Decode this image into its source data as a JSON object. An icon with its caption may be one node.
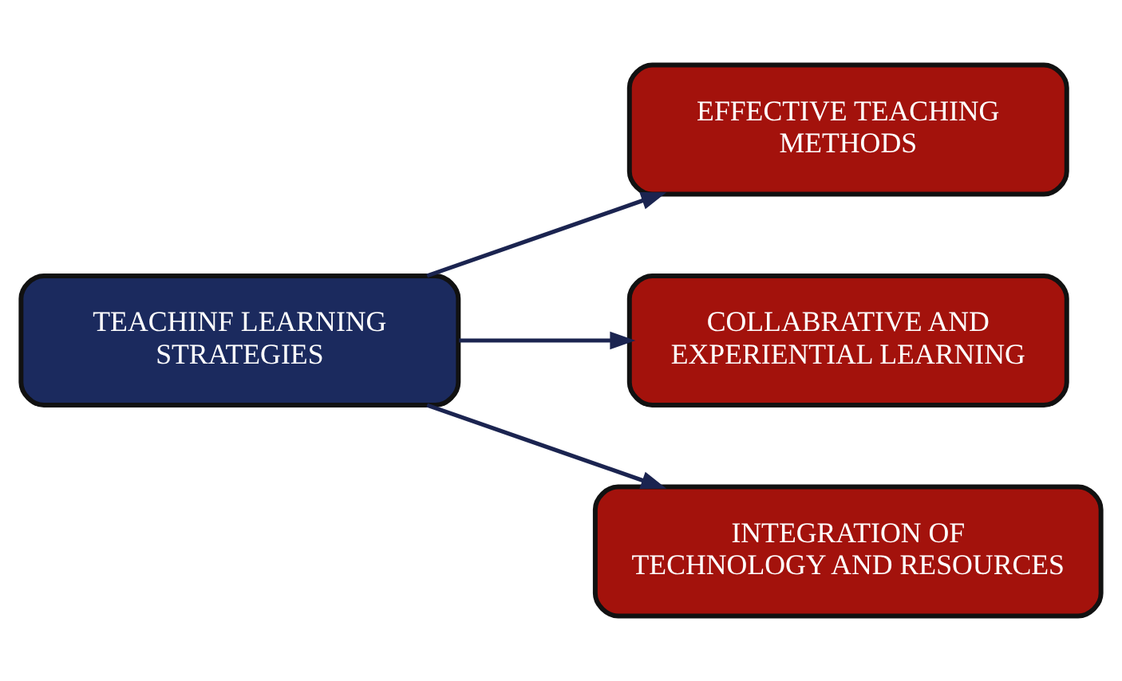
{
  "diagram": {
    "nodes": [
      {
        "text": [
          "TEACHINF LEARNING STRATEGIES"
        ]
      },
      {
        "text": [
          "EFFECTIVE TEACHING METHODS"
        ]
      },
      {
        "text": [
          "COLLABRATIVE AND EXPERIENTIAL LEARNING"
        ]
      },
      {
        "text": [
          "INTEGRATION OF TECHNOLOGY AND RESOURCES"
        ]
      }
    ],
    "edges": [
      {
        "from": 0,
        "to": 1,
        "arrow": "to"
      },
      {
        "from": 0,
        "to": 2,
        "arrow": "to"
      },
      {
        "from": 0,
        "to": 3,
        "arrow": "to"
      }
    ]
  }
}
